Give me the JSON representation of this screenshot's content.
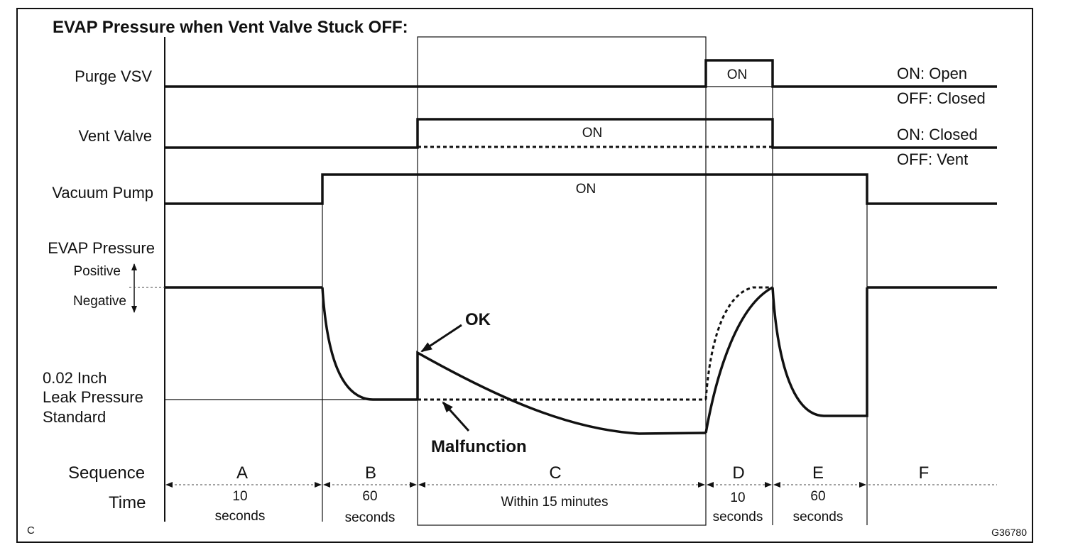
{
  "title": "EVAP Pressure when Vent Valve Stuck OFF:",
  "corner_label": "C",
  "figure_id": "G36780",
  "signals": {
    "purge_vsv": "Purge VSV",
    "vent_valve": "Vent Valve",
    "vacuum_pump": "Vacuum Pump",
    "evap_pressure": "EVAP Pressure",
    "positive": "Positive",
    "negative": "Negative",
    "leak_standard_line1": "0.02 Inch",
    "leak_standard_line2": "Leak Pressure",
    "leak_standard_line3": "Standard"
  },
  "on_labels": {
    "purge": "ON",
    "vent": "ON",
    "pump": "ON"
  },
  "legend": {
    "purge_on": "ON: Open",
    "purge_off": "OFF: Closed",
    "vent_on": "ON: Closed",
    "vent_off": "OFF: Vent"
  },
  "annotations": {
    "ok": "OK",
    "malfunction": "Malfunction"
  },
  "sequence_label": "Sequence",
  "time_label": "Time",
  "sequences": [
    {
      "letter": "A",
      "time1": "10",
      "time2": "seconds"
    },
    {
      "letter": "B",
      "time1": "60",
      "time2": "seconds"
    },
    {
      "letter": "C",
      "time1": "Within 15 minutes",
      "time2": ""
    },
    {
      "letter": "D",
      "time1": "10",
      "time2": "seconds"
    },
    {
      "letter": "E",
      "time1": "60",
      "time2": "seconds"
    },
    {
      "letter": "F",
      "time1": "",
      "time2": ""
    }
  ]
}
